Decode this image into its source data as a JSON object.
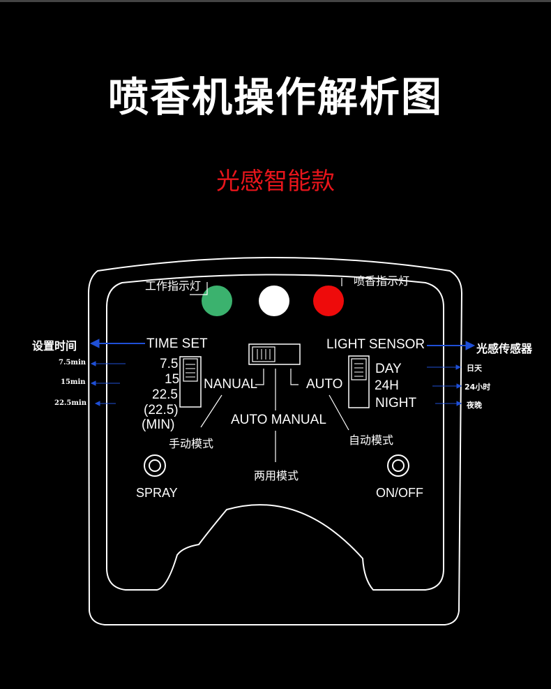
{
  "title": "喷香机操作解析图",
  "subtitle": "光感智能款",
  "indicators": {
    "work_light": "工作指示灯",
    "spray_light": "喷香指示灯",
    "colors": {
      "green": "#3bb26e",
      "white": "#ffffff",
      "red": "#ee0b0b"
    }
  },
  "time_set": {
    "callout": "设置时间",
    "label": "TIME SET",
    "options": [
      "7.5",
      "15",
      "22.5",
      "(22.5)",
      "(MIN)"
    ],
    "side_labels": [
      "7.5min",
      "15min",
      "22.5min"
    ]
  },
  "mode": {
    "nanual": "NANUAL",
    "auto": "AUTO",
    "auto_manual": "AUTO MANUAL",
    "manual_mode": "手动模式",
    "dual_mode": "两用模式",
    "auto_mode": "自动模式"
  },
  "light_sensor": {
    "label": "LIGHT SENSOR",
    "callout": "光感传感器",
    "options": [
      "DAY",
      "24H",
      "NIGHT"
    ],
    "side_labels": [
      "日天",
      "24小时",
      "夜晚"
    ]
  },
  "buttons": {
    "spray": "SPRAY",
    "onoff": "ON/OFF"
  },
  "accent_color": "#1f4fd6"
}
